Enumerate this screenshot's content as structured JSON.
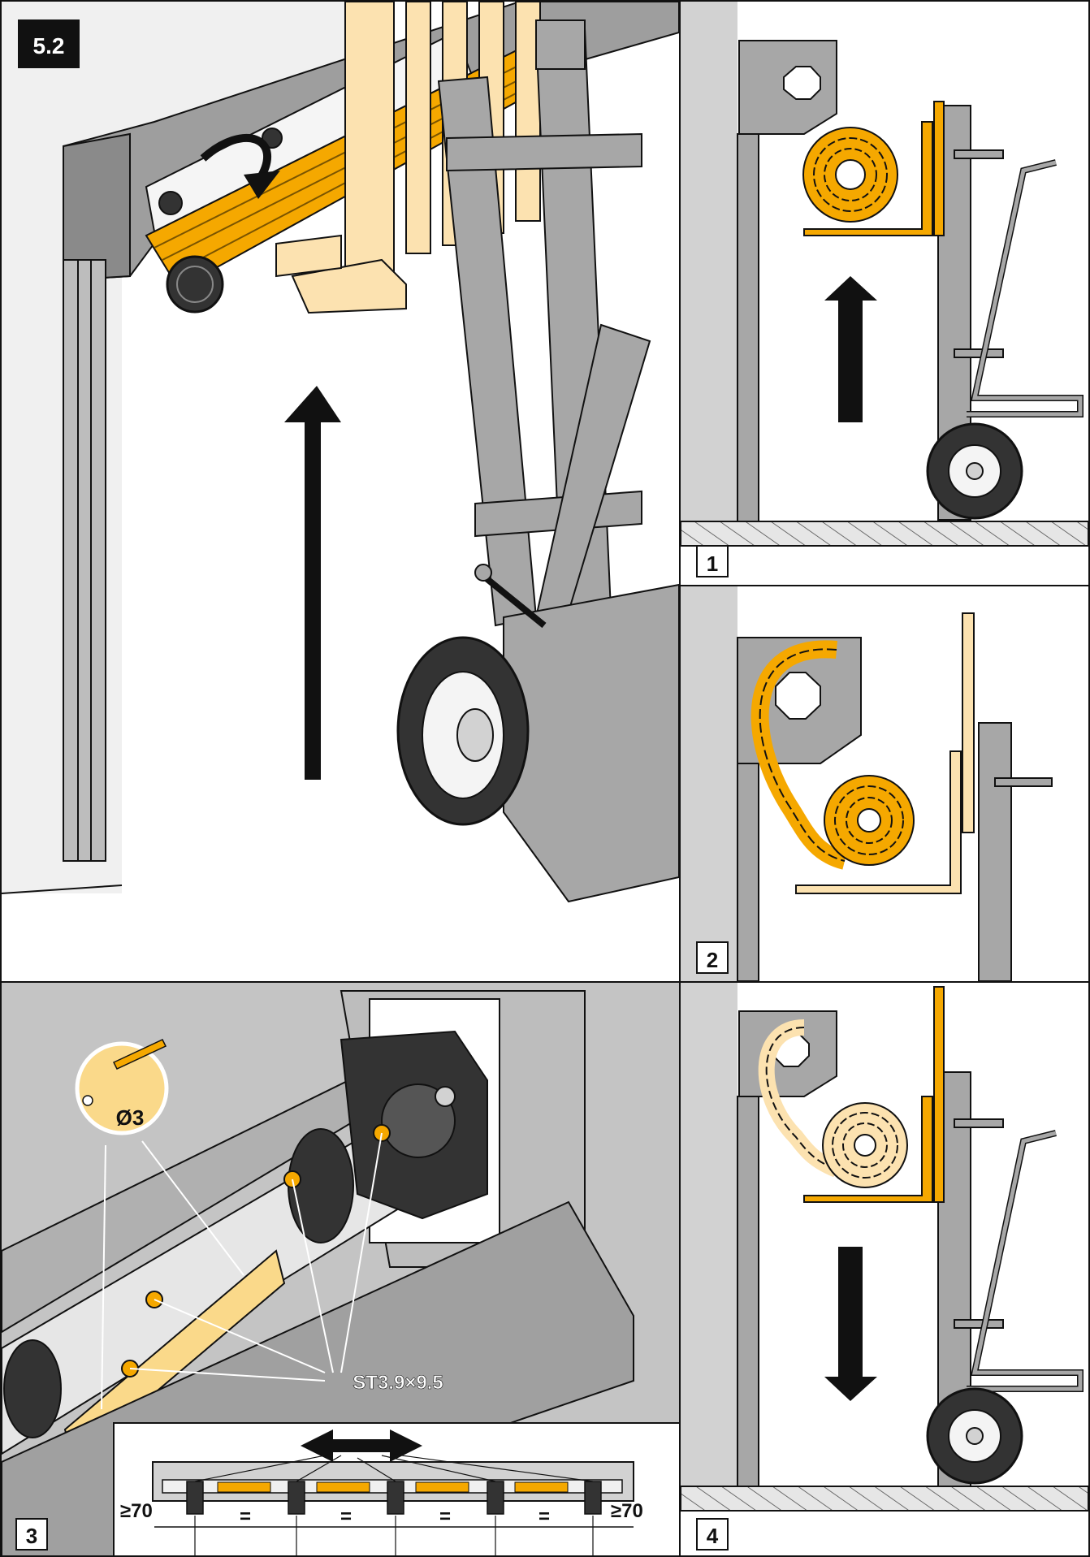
{
  "figure": {
    "section_badge": "5.2",
    "panels": [
      {
        "step": "1"
      },
      {
        "step": "2"
      },
      {
        "step": "3"
      },
      {
        "step": "4"
      }
    ],
    "callouts": {
      "drill_diameter": "Ø3",
      "screw_spec": "ST3.9×9.5",
      "min_edge_left": "≥70",
      "min_edge_right": "≥70",
      "equal_mark": "="
    },
    "colors": {
      "accent": "#F5A800",
      "accent_light": "#FAD98A",
      "cream": "#FCE2B0",
      "steel": "#A7A7A7",
      "steel_light": "#D2D2D2",
      "ink": "#111111"
    }
  }
}
